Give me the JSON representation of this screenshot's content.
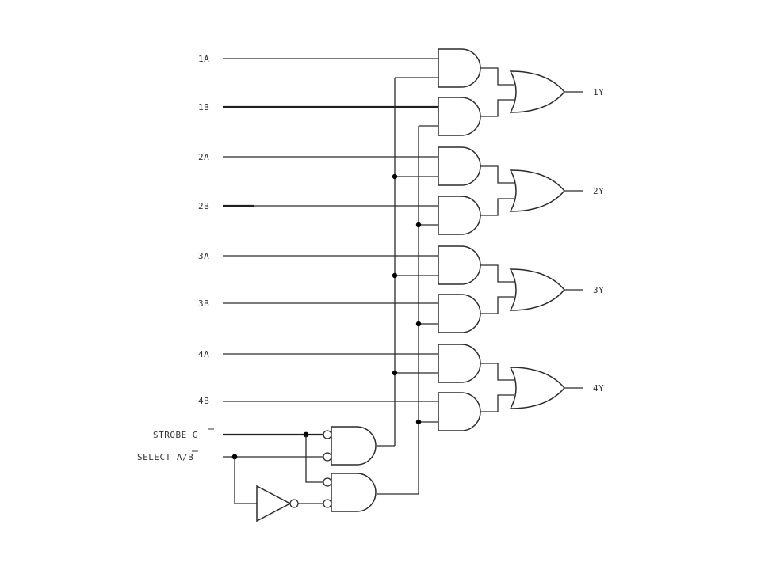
{
  "inputs": {
    "in_1a": "1A",
    "in_1b": "1B",
    "in_2a": "2A",
    "in_2b": "2B",
    "in_3a": "3A",
    "in_3b": "3B",
    "in_4a": "4A",
    "in_4b": "4B"
  },
  "outputs": {
    "out_1y": "1Y",
    "out_2y": "2Y",
    "out_3y": "3Y",
    "out_4y": "4Y"
  },
  "control": {
    "strobe_prefix": "STROBE ",
    "strobe_bar": "G",
    "select_prefix": "SELECT ",
    "select_bar": "A",
    "select_suffix": "/B"
  }
}
